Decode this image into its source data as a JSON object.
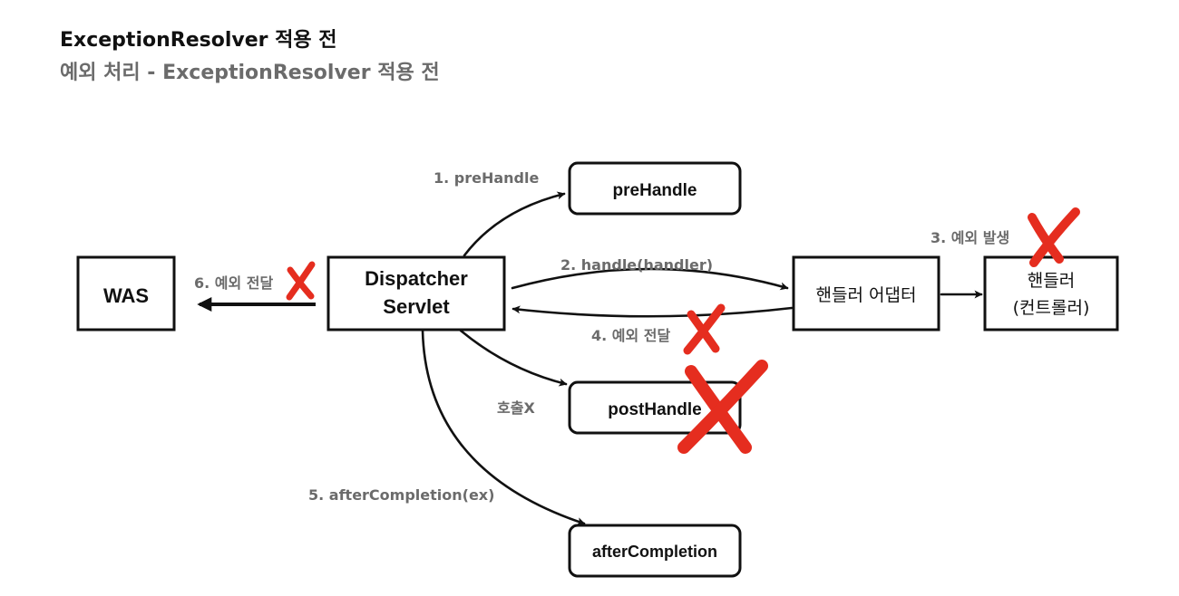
{
  "header": {
    "title": "ExceptionResolver 적용 전",
    "subtitle": "예외 처리 - ExceptionResolver 적용 전"
  },
  "nodes": {
    "was": "WAS",
    "dispatcher_line1": "Dispatcher",
    "dispatcher_line2": "Servlet",
    "pre_handle": "preHandle",
    "post_handle": "postHandle",
    "after_completion": "afterCompletion",
    "handler_adapter": "핸들러 어댑터",
    "handler_line1": "핸들러",
    "handler_line2": "(컨트롤러)"
  },
  "edges": {
    "step1": "1. preHandle",
    "step2": "2. handle(handler)",
    "step3": "3. 예외 발생",
    "step4": "4. 예외 전달",
    "step5": "5. afterCompletion(ex)",
    "step6": "6. 예외 전달",
    "not_called": "호출X"
  },
  "colors": {
    "x_mark": "#e52d1f",
    "label_gray": "#6b6b6b",
    "stroke": "#111111"
  }
}
